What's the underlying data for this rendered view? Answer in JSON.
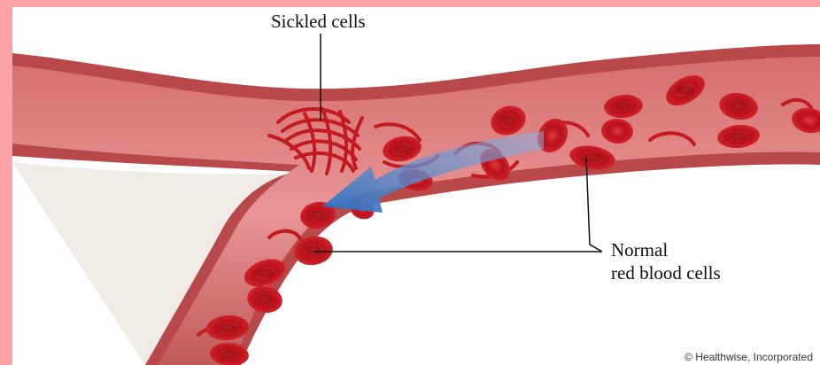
{
  "labels": {
    "sickled": "Sickled cells",
    "normal_line1": "Normal",
    "normal_line2": "red blood cells"
  },
  "credit": "© Healthwise, Incorporated",
  "colors": {
    "page_border": "#fca3a8",
    "vessel_wall": "#b9484a",
    "vessel_inner": "#e8888a",
    "cell": "#c9181c",
    "arrow": "#4a86c9"
  },
  "icons": [
    "flow-arrow-icon"
  ]
}
